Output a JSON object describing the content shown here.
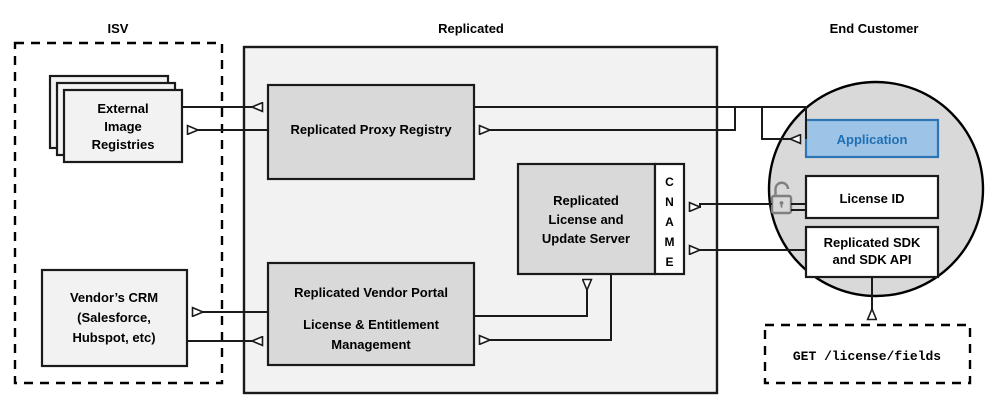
{
  "zones": {
    "isv": {
      "title": "ISV"
    },
    "replicated": {
      "title": "Replicated"
    },
    "end_customer": {
      "title": "End Customer"
    }
  },
  "nodes": {
    "external_image_registries": {
      "line1": "External",
      "line2": "Image",
      "line3": "Registries"
    },
    "vendor_crm": {
      "line1": "Vendor’s CRM",
      "line2": "(Salesforce,",
      "line3": "Hubspot, etc)"
    },
    "proxy_registry": {
      "label": "Replicated Proxy Registry"
    },
    "license_update_server": {
      "line1": "Replicated",
      "line2": "License and",
      "line3": "Update Server"
    },
    "cname": {
      "label": "CNAME",
      "letters": [
        "C",
        "N",
        "A",
        "M",
        "E"
      ]
    },
    "vendor_portal": {
      "line1": "Replicated Vendor Portal",
      "line2": "License & Entitlement",
      "line3": "Management"
    },
    "application": {
      "label": "Application"
    },
    "license_id": {
      "label": "License ID"
    },
    "replicated_sdk": {
      "line1": "Replicated SDK",
      "line2": "and SDK API"
    },
    "api_call": {
      "label": "GET /license/fields"
    },
    "padlock": {
      "name": "unlocked-padlock-icon"
    }
  },
  "colors": {
    "panel_fill": "#f2f2f2",
    "node_fill": "#d9d9d9",
    "circle_fill": "#d9d9d9",
    "application_fill": "#9DC3E6",
    "application_stroke": "#2E75B6",
    "application_text": "#1F6FB5",
    "line": "#1a1a1a",
    "lock": "#808080",
    "background": "#ffffff"
  }
}
